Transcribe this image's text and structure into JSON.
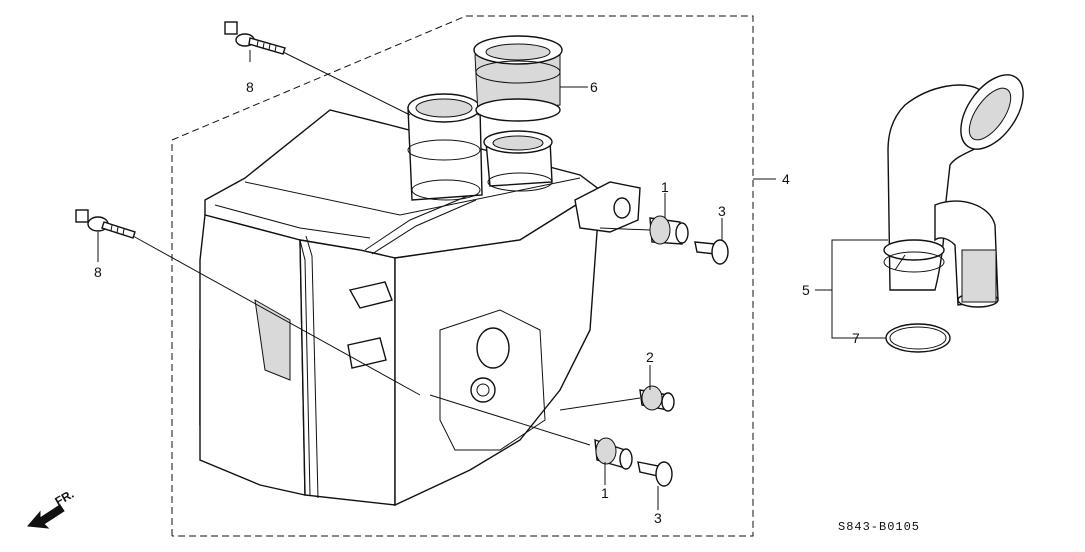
{
  "callouts": {
    "c1a": "1",
    "c1b": "1",
    "c2": "2",
    "c3a": "3",
    "c3b": "3",
    "c4": "4",
    "c5": "5",
    "c6": "6",
    "c7": "7",
    "c8a": "8",
    "c8b": "8"
  },
  "diagram_code": "S843-B0105",
  "direction_label": "FR."
}
